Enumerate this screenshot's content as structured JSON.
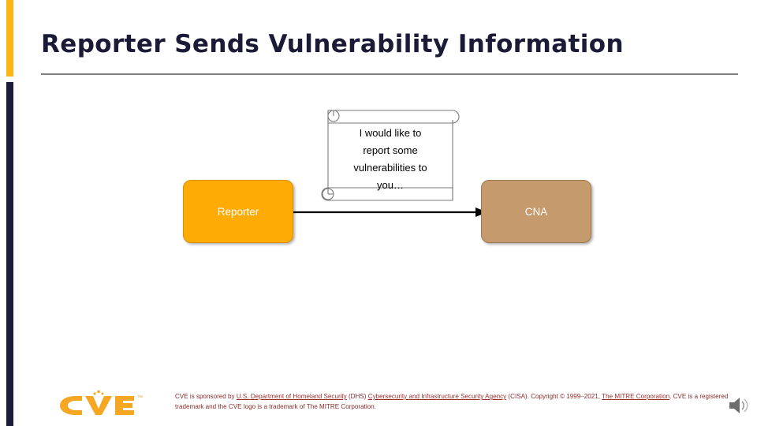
{
  "slide": {
    "title": "Reporter Sends Vulnerability Information",
    "accent_yellow": "#FDB515",
    "accent_navy": "#1B1B38",
    "rule_color": "#808080"
  },
  "diagram": {
    "nodes": [
      {
        "id": "reporter",
        "label": "Reporter",
        "color": "#FFAB06"
      },
      {
        "id": "cna",
        "label": "CNA",
        "color": "#C59A6C"
      }
    ],
    "connector": {
      "from": "reporter",
      "to": "cna",
      "style": "arrow",
      "color": "#000000"
    },
    "callout": {
      "shape": "vertical-scroll",
      "text": "I would like to report some vulnerabilities to you…",
      "lines": [
        "I would like to",
        "report some",
        "vulnerabilities to",
        "you…"
      ]
    }
  },
  "logo": {
    "name": "cve-logo",
    "text": "CVE",
    "trademark": "™",
    "color": "#F5A623"
  },
  "footer": {
    "line1_part1": "CVE is sponsored by ",
    "link1": "U.S. Department of Homeland Security",
    "line1_part2": " (DHS) ",
    "link2": "Cybersecurity and Infrastructure Security Agency",
    "line1_part3": " (CISA). Copyright © 1999–2021, ",
    "link3": "The MITRE Corporation",
    "line2_part1": ". CVE is a registered trademark and the CVE logo is a trademark of The MITRE Corporation.",
    "text_color": "#8C2A2A"
  },
  "media": {
    "speaker_icon": "speaker-icon"
  }
}
